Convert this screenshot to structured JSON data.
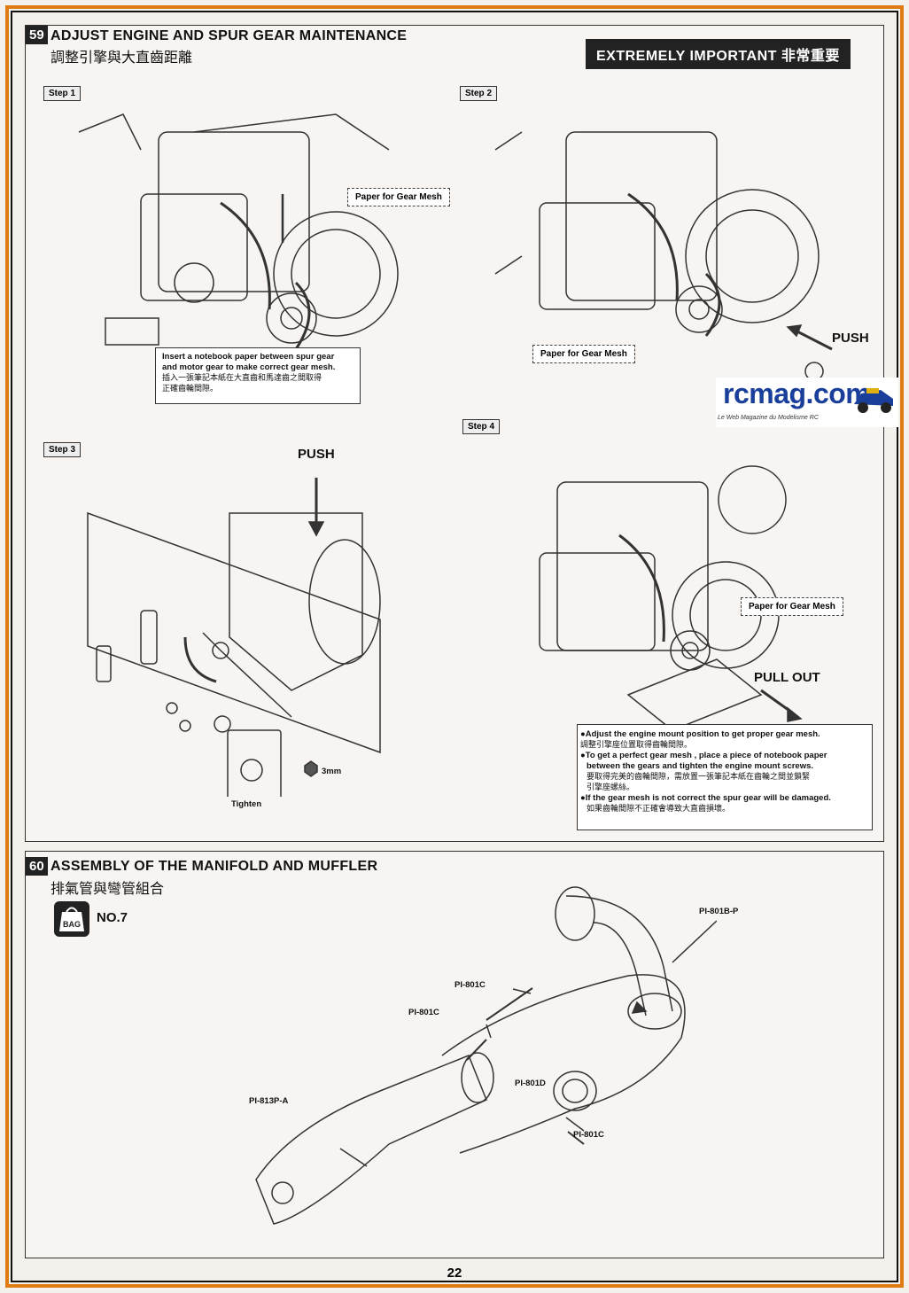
{
  "page_number": "22",
  "section59": {
    "number": "59",
    "title": "ADJUST ENGINE AND SPUR GEAR MAINTENANCE",
    "subtitle_cn": "調整引擎與大直齒距離",
    "important": "EXTREMELY IMPORTANT  非常重要",
    "step1": {
      "label": "Step 1",
      "callout": "Paper for Gear Mesh",
      "note_en1": "Insert a notebook paper between spur gear",
      "note_en2": "and motor gear to make correct gear mesh.",
      "note_cn1": "插入一張筆記本紙在大直齒和馬達齒之間取得",
      "note_cn2": "正確齒輪間隙。"
    },
    "step2": {
      "label": "Step 2",
      "callout": "Paper for Gear Mesh",
      "action": "PUSH"
    },
    "step3": {
      "label": "Step 3",
      "action": "PUSH",
      "tool": "3mm",
      "tighten": "Tighten"
    },
    "step4": {
      "label": "Step 4",
      "callout": "Paper for Gear Mesh",
      "action": "PULL OUT"
    },
    "notes": [
      {
        "en": "●Adjust the engine mount position to get proper gear mesh.",
        "cn": "調整引擎座位置取得齒輪間隙。"
      },
      {
        "en": "●To get a perfect gear mesh , place a piece of notebook paper",
        "en2": "between the gears and tighten the engine mount screws.",
        "cn": "要取得完美的齒輪間隙，需放置一張筆記本紙在齒輪之間並鎖緊",
        "cn2": "引擎座螺絲。"
      },
      {
        "en": "●If the gear mesh is not correct the spur gear will be damaged.",
        "cn": "如果齒輪間隙不正確會導致大直齒損壞。"
      }
    ]
  },
  "section60": {
    "number": "60",
    "title": "ASSEMBLY OF THE MANIFOLD AND MUFFLER",
    "subtitle_cn": "排氣管與彎管組合",
    "bag_label": "BAG",
    "bag_number": "NO.7",
    "parts": {
      "p1": "PI-801B-P",
      "p2": "PI-801C",
      "p3": "PI-801C",
      "p4": "PI-801D",
      "p5": "PI-813P-A",
      "p6": "PI-801C"
    }
  },
  "watermark": {
    "brand": "rcmag.com",
    "tagline": "Le Web Magazine du Modelisme RC"
  },
  "colors": {
    "frame": "#e07a12",
    "brand": "#1a3f9a"
  }
}
